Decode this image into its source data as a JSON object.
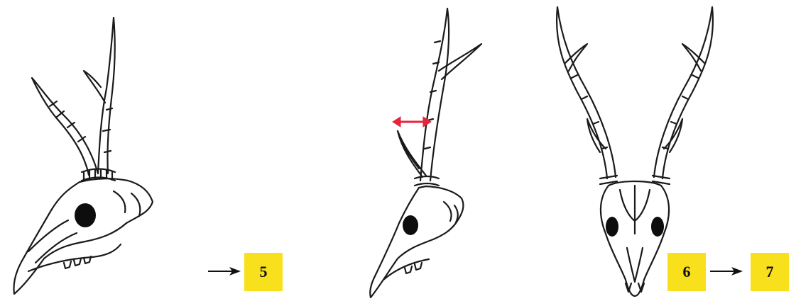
{
  "key_steps": [
    {
      "label": "5"
    },
    {
      "label": "6"
    },
    {
      "label": "7"
    }
  ],
  "colors": {
    "badge_fill": "#f8e11c",
    "measure_arrow": "#e5253b",
    "ink": "#1a1a1a",
    "eye_socket": "#0d0d0d"
  },
  "icons": {
    "arrow": "arrow-right-icon",
    "measure": "double-headed-arrow-icon"
  }
}
